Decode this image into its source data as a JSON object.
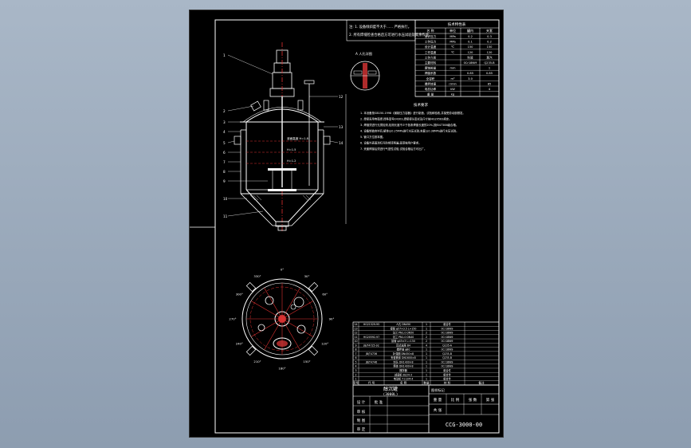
{
  "drawing": {
    "notes_top": [
      "注: 1. 设备倾斜度不大于...... 严格执行。",
      "2. 所有焊缝检查合格后方可进行水压试验及其余作业。"
    ],
    "detail_label": "A 人孔详图",
    "spec_table_title": "技术特性表",
    "spec_headers": [
      "名 称",
      "单位",
      "罐内",
      "夹套"
    ],
    "spec_rows": [
      [
        "设计压力",
        "MPa",
        "0.2",
        "0.3"
      ],
      [
        "工作压力",
        "MPa",
        "0.1",
        "0.2"
      ],
      [
        "设计温度",
        "℃",
        "150",
        "150"
      ],
      [
        "工作温度",
        "℃",
        "120",
        "120"
      ],
      [
        "工作介质",
        "",
        "料液",
        "蒸汽"
      ],
      [
        "主要材料",
        "",
        "0Cr18Ni9",
        "Q235-B"
      ],
      [
        "腐蚀裕量",
        "mm",
        "",
        "1"
      ],
      [
        "焊缝系数",
        "",
        "0.85",
        "0.85"
      ],
      [
        "全容积",
        "m³",
        "3.0",
        ""
      ],
      [
        "搅拌转速",
        "r/min",
        "",
        "85"
      ],
      [
        "电机功率",
        "kW",
        "",
        "4"
      ],
      [
        "重 量",
        "kg",
        "",
        ""
      ]
    ],
    "tech_title": "技术要求",
    "tech_reqs": [
      "1. 本设备按GB150-1998《钢制压力容器》进行制造、试验和验收,并接受劳动部颁发。",
      "2. 焊接采用电弧焊,焊条型号E4303,焊接接头型式及尺寸按HG20583规定。",
      "3. 焊缝须进行无损检测,检测长度不少于各条焊缝长度的20%,按JB4730Ⅲ级合格。",
      "4. 设备制造完毕后,罐体以0.25MPa进行水压试验,夹套以0.38MPa进行水压试验。",
      "5. 管口方位按本图。",
      "6. 设备外表面涂红丹防锈漆两遍,面漆按用户要求。",
      "7. 夹套焊接后须进行气密性试验,试验合格后方可出厂。"
    ],
    "leaders_left": [
      "1",
      "2",
      "3",
      "4",
      "5",
      "6",
      "7",
      "8",
      "9",
      "10",
      "11"
    ],
    "leaders_right": [
      "12",
      "13",
      "14"
    ],
    "level_labels": [
      "液面高度 H=1.8",
      "H=1.5",
      "H=1.2"
    ],
    "plan_angles": [
      "0°",
      "30°",
      "60°",
      "90°",
      "120°",
      "150°",
      "180°",
      "210°",
      "240°",
      "270°",
      "300°",
      "330°"
    ],
    "bom_rows": [
      [
        "14",
        "HG21529-95",
        "人孔 DN450",
        "1",
        "组合件"
      ],
      [
        "13",
        "",
        "接管 φ57×3.5 L=150",
        "1",
        "0Cr18Ni9"
      ],
      [
        "12",
        "",
        "法兰 PN1.0 DN50",
        "2",
        "0Cr18Ni9"
      ],
      [
        "11",
        "HG20592-97",
        "法兰 PN1.0 DN40",
        "2",
        "0Cr18Ni9"
      ],
      [
        "10",
        "",
        "接管 φ45×3 L=150",
        "2",
        "0Cr18Ni9"
      ],
      [
        "9",
        "JB/T4725-92",
        "耳式支座 B4",
        "4",
        "Q235-A"
      ],
      [
        "8",
        "",
        "搅拌轴 φ80",
        "1",
        "0Cr18Ni9"
      ],
      [
        "7",
        "JB/T4736",
        "补强圈 DN450×8",
        "1",
        "Q235-B"
      ],
      [
        "6",
        "",
        "夹套筒体 DN1600×8",
        "1",
        "Q235-B"
      ],
      [
        "5",
        "JB/T4746",
        "封头 DN1400×8",
        "1",
        "0Cr18Ni9"
      ],
      [
        "4",
        "",
        "筒体 DN1400×8",
        "1",
        "0Cr18Ni9"
      ],
      [
        "3",
        "",
        "搅拌器",
        "1",
        "组合件"
      ],
      [
        "2",
        "",
        "减速机 BLD4-3",
        "1",
        "组合件"
      ],
      [
        "1",
        "",
        "电动机 Y112M-4",
        "1",
        "组合件"
      ]
    ],
    "bom_headers": [
      "序号",
      "代 号",
      "名 称",
      "数量",
      "材 料",
      "备注"
    ],
    "title_block": {
      "drawing_name": "醇沉罐",
      "capacity": "(3000L)",
      "drawing_no": "CCG-3000-00",
      "labels": [
        "设 计",
        "审 核",
        "制 图",
        "审 定",
        "批 准"
      ],
      "stage_label": "图样标记",
      "scale_row": [
        "重 量",
        "比 例",
        "张 数",
        "第 张"
      ],
      "sheet_label": "共 张"
    }
  }
}
